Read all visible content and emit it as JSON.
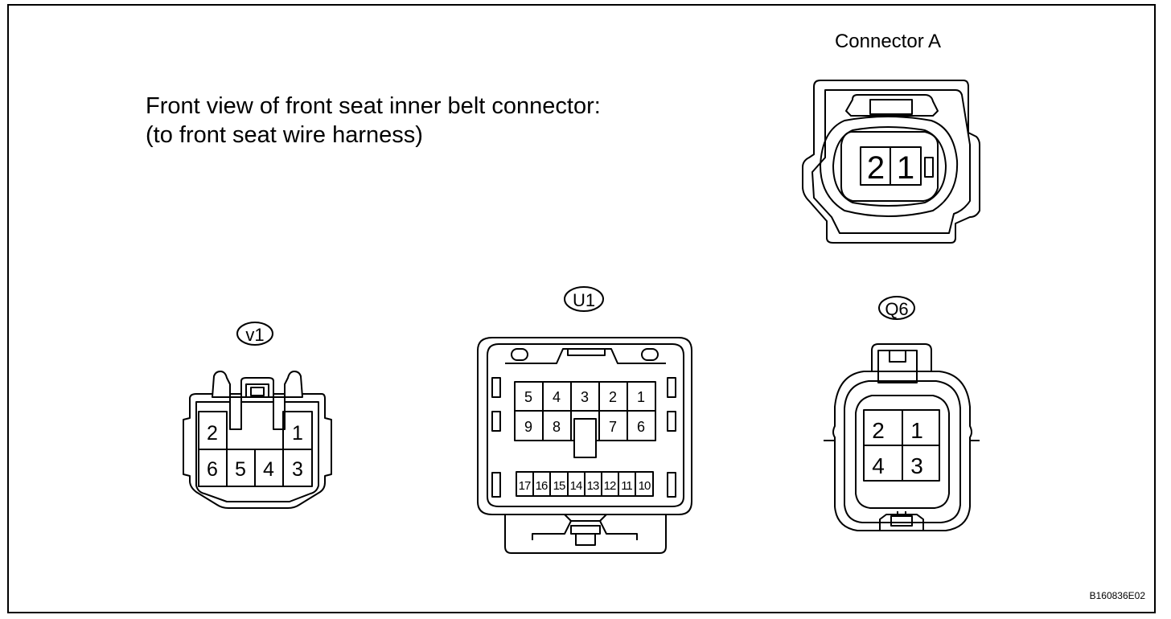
{
  "title_line1": "Front view of front seat inner belt connector:",
  "title_line2": "(to front seat wire harness)",
  "connector_a": {
    "label": "Connector A",
    "pins": [
      "2",
      "1"
    ]
  },
  "v1": {
    "code": "v1",
    "pins_top": [
      "2",
      "1"
    ],
    "pins_bottom": [
      "6",
      "5",
      "4",
      "3"
    ]
  },
  "u1": {
    "code": "U1",
    "pins_row1": [
      "5",
      "4",
      "3",
      "2",
      "1"
    ],
    "pins_row2": [
      "9",
      "8",
      "7",
      "6"
    ],
    "pins_row3": [
      "17",
      "16",
      "15",
      "14",
      "13",
      "12",
      "11",
      "10"
    ]
  },
  "q6": {
    "code": "Q6",
    "pins": [
      "2",
      "1",
      "4",
      "3"
    ]
  },
  "figure_code": "B160836E02"
}
